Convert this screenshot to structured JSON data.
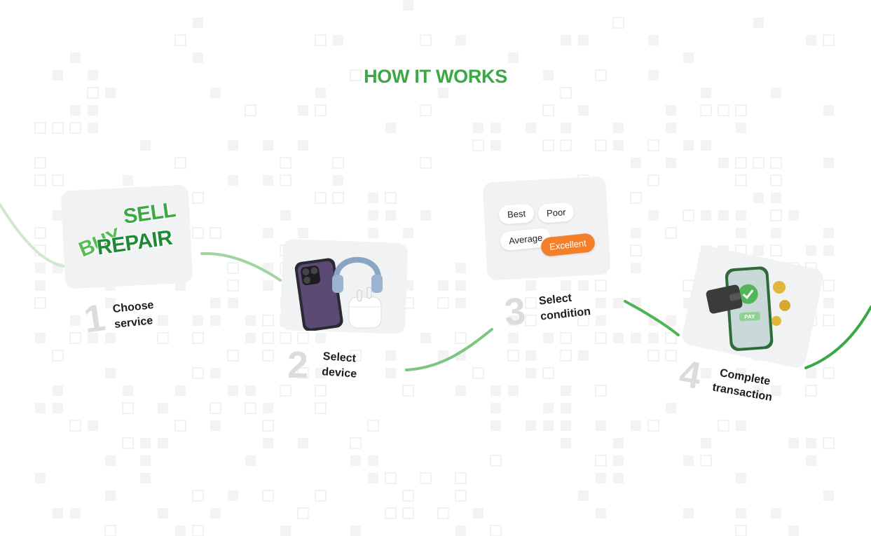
{
  "section": {
    "title": "HOW IT WORKS"
  },
  "colors": {
    "accent": "#3aa845",
    "orange": "#f47f2a",
    "card": "#f1f2f4",
    "number": "#dcdcdc"
  },
  "steps": [
    {
      "number": "1",
      "label_line1": "Choose",
      "label_line2": "service",
      "art_words": [
        "SELL",
        "BUY",
        "REPAIR"
      ]
    },
    {
      "number": "2",
      "label_line1": "Select",
      "label_line2": "device",
      "art_icons": [
        "phone-icon",
        "headphones-icon",
        "earbuds-icon"
      ]
    },
    {
      "number": "3",
      "label_line1": "Select",
      "label_line2": "condition",
      "conditions": [
        "Best",
        "Poor",
        "Average",
        "Excellent"
      ]
    },
    {
      "number": "4",
      "label_line1": "Complete",
      "label_line2": "transaction",
      "art_icons": [
        "wallet-icon",
        "phone-pay-icon",
        "coin-icon"
      ],
      "pay_label": "PAY"
    }
  ]
}
